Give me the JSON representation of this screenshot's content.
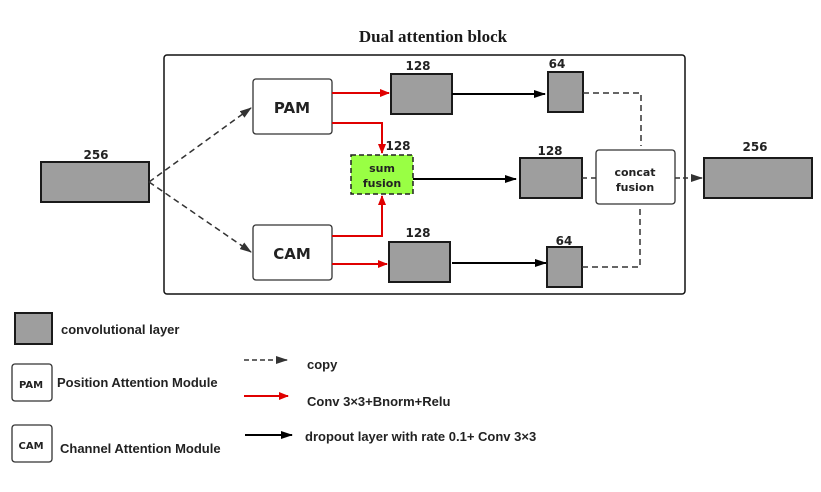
{
  "title": "Dual attention block",
  "colors": {
    "conv_fill": "#9e9e9e",
    "sum_fusion_fill": "#99ff44",
    "red_arrow": "#e00000",
    "black_arrow": "#000000",
    "copy_arrow": "#333333"
  },
  "nodes": {
    "input_conv": {
      "label": "256"
    },
    "pam": {
      "label": "PAM"
    },
    "cam": {
      "label": "CAM"
    },
    "pam_conv": {
      "label": "128"
    },
    "cam_conv": {
      "label": "128"
    },
    "sum_fusion": {
      "label_line1": "sum",
      "label_line2": "fusion",
      "channels": "128"
    },
    "fused_conv": {
      "label": "128"
    },
    "pam_out_conv": {
      "label": "64"
    },
    "cam_out_conv": {
      "label": "64"
    },
    "concat_fusion": {
      "label_line1": "concat",
      "label_line2": "fusion"
    },
    "output_conv": {
      "label": "256"
    }
  },
  "legend": {
    "conv": "convolutional layer",
    "pam_abbr": "PAM",
    "pam": "Position Attention Module",
    "cam_abbr": "CAM",
    "cam": "Channel Attention Module",
    "copy": "copy",
    "red": "Conv 3×3+Bnorm+Relu",
    "black": "dropout  layer with rate 0.1+ Conv 3×3"
  }
}
